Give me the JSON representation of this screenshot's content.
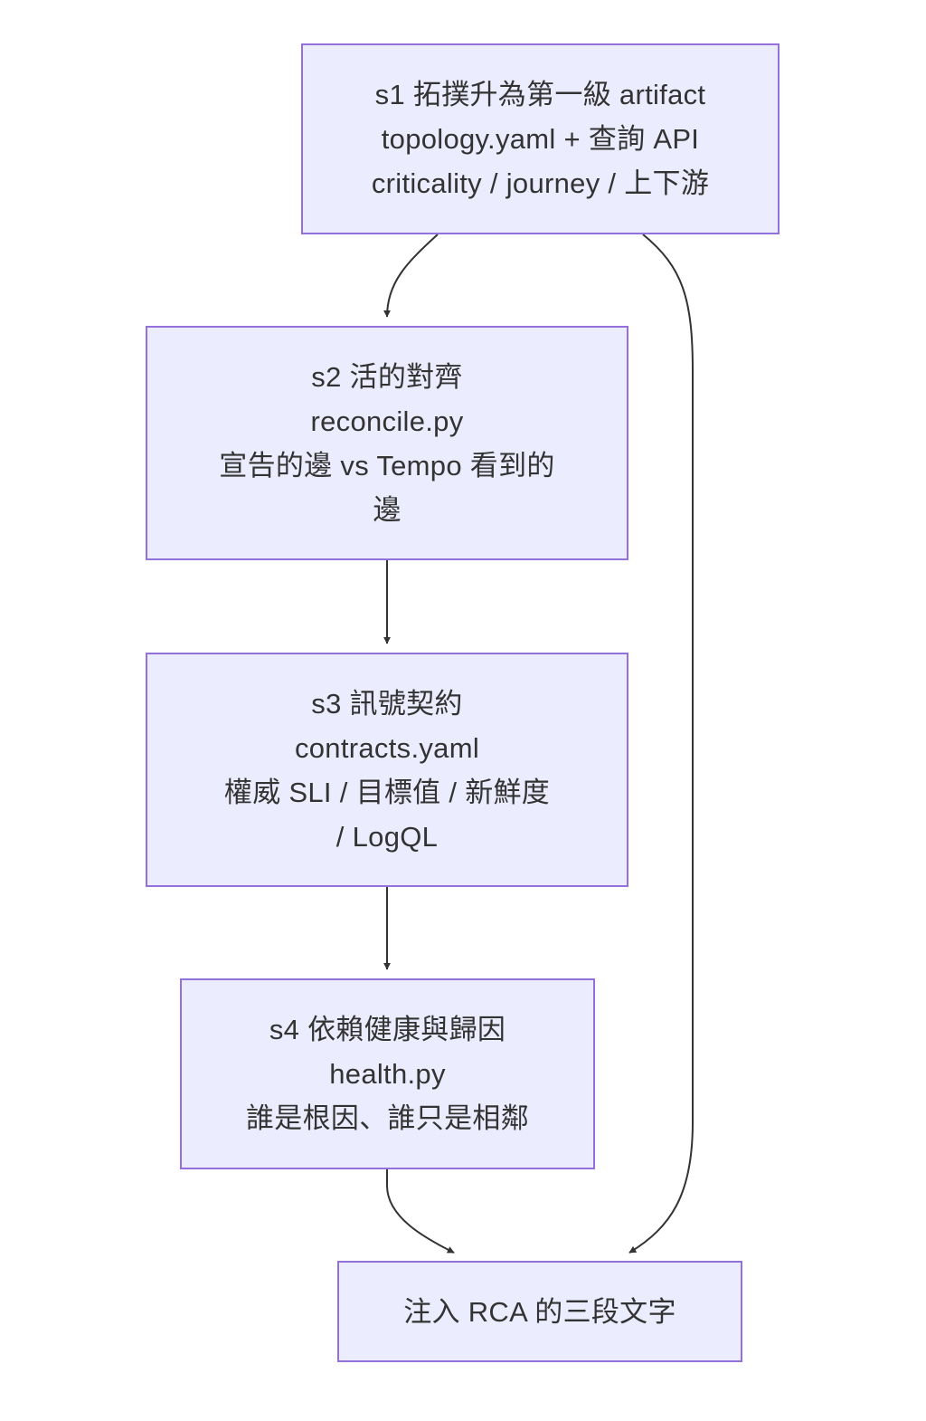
{
  "diagram": {
    "type": "flowchart",
    "colors": {
      "node_fill": "#ececff",
      "node_border": "#9370db",
      "text": "#333333",
      "edge": "#333333"
    },
    "nodes": [
      {
        "id": "s1",
        "lines": [
          "s1 拓撲升為第一級 artifact",
          "topology.yaml + 查詢 API",
          "criticality / journey / 上下游"
        ]
      },
      {
        "id": "s2",
        "lines": [
          "s2 活的對齊",
          "reconcile.py",
          "宣告的邊 vs Tempo 看到的",
          "邊"
        ]
      },
      {
        "id": "s3",
        "lines": [
          "s3 訊號契約",
          "contracts.yaml",
          "權威 SLI / 目標值 / 新鮮度",
          "/ LogQL"
        ]
      },
      {
        "id": "s4",
        "lines": [
          "s4 依賴健康與歸因",
          "health.py",
          "誰是根因、誰只是相鄰"
        ]
      },
      {
        "id": "out",
        "lines": [
          "注入 RCA 的三段文字"
        ]
      }
    ],
    "edges": [
      {
        "from": "s1",
        "to": "s2"
      },
      {
        "from": "s2",
        "to": "s3"
      },
      {
        "from": "s3",
        "to": "s4"
      },
      {
        "from": "s4",
        "to": "out"
      },
      {
        "from": "s1",
        "to": "out"
      }
    ]
  }
}
